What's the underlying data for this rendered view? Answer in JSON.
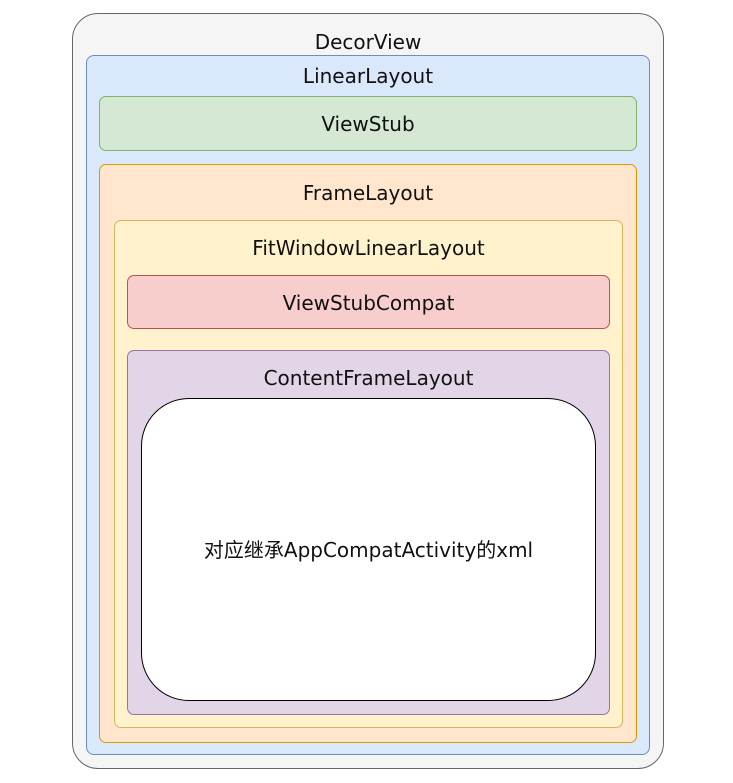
{
  "diagram": {
    "decor_view": {
      "label": "DecorView",
      "fill": "#f5f5f5",
      "stroke": "#666666"
    },
    "linear_layout": {
      "label": "LinearLayout",
      "fill": "#dae8fc",
      "stroke": "#6c8ebf"
    },
    "view_stub": {
      "label": "ViewStub",
      "fill": "#d5e8d4",
      "stroke": "#82b366"
    },
    "frame_layout": {
      "label": "FrameLayout",
      "fill": "#ffe6cc",
      "stroke": "#d79b00"
    },
    "fit_window_linear_layout": {
      "label": "FitWindowLinearLayout",
      "fill": "#fff2cc",
      "stroke": "#d6b656"
    },
    "view_stub_compat": {
      "label": "ViewStubCompat",
      "fill": "#f8cecc",
      "stroke": "#b85450"
    },
    "content_frame_layout": {
      "label": "ContentFrameLayout",
      "fill": "#e1d5e7",
      "stroke": "#9673a6"
    },
    "xml_content": {
      "label": "对应继承AppCompatActivity的xml",
      "fill": "#ffffff",
      "stroke": "#000000"
    }
  }
}
